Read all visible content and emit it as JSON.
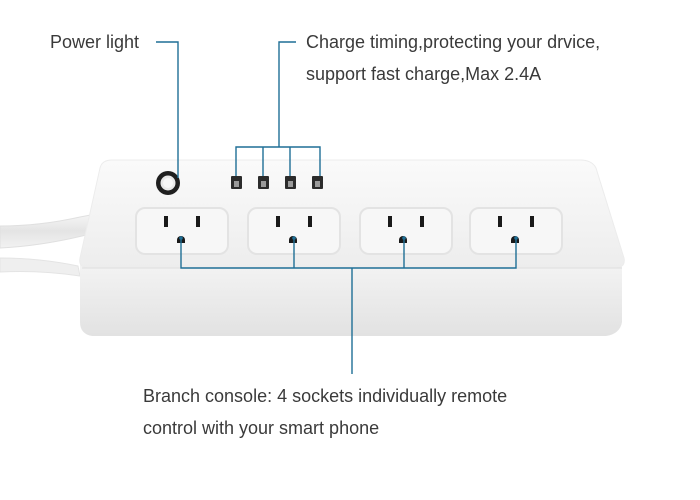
{
  "labels": {
    "power_light": "Power light",
    "charge": {
      "line1": "Charge timing,protecting your drvice,",
      "line2": "support fast charge,Max 2.4A"
    },
    "branch": {
      "line1": "Branch console: 4 sockets individually remote",
      "line2": "control with your smart phone"
    }
  },
  "colors": {
    "callout_line": "#1f6f96",
    "text": "#3a3a3a",
    "strip_body": "#f4f4f4",
    "socket_frame": "#e6e6e6",
    "usb_port": "#2b2b2b"
  },
  "counts": {
    "sockets": 4,
    "usb_ports": 4
  }
}
